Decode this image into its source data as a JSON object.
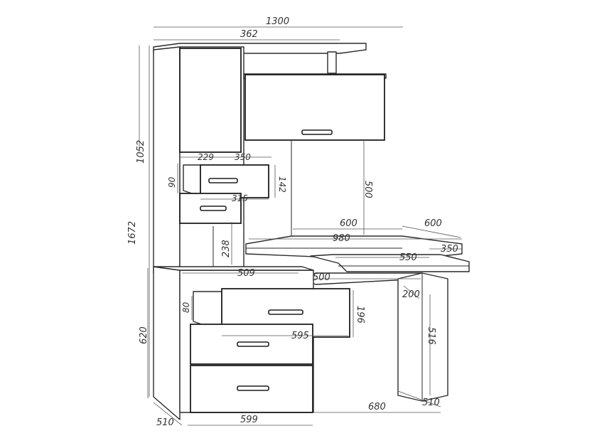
{
  "diagram": {
    "dimensions": {
      "total_width": "1300",
      "tower_width": "362",
      "upper_height": "1052",
      "total_height": "1672",
      "shelf_w": "229",
      "shelf_depth": "350",
      "drawer_side": "90",
      "drawer_h": "142",
      "drawer_inner": "315",
      "cabinet_gap": "500",
      "top_depth": "600",
      "top_depth2": "600",
      "top_width": "980",
      "tray_depth": "350",
      "tray_width": "550",
      "niche_h": "238",
      "niche_w": "509",
      "shelf_width": "500",
      "leg_offset": "200",
      "big_drawer_side": "80",
      "big_drawer_h": "196",
      "big_drawer_w": "595",
      "lower_height": "620",
      "leg_h": "516",
      "base_depth": "510",
      "base_width": "599",
      "leg_span": "680",
      "leg_depth": "510"
    }
  }
}
